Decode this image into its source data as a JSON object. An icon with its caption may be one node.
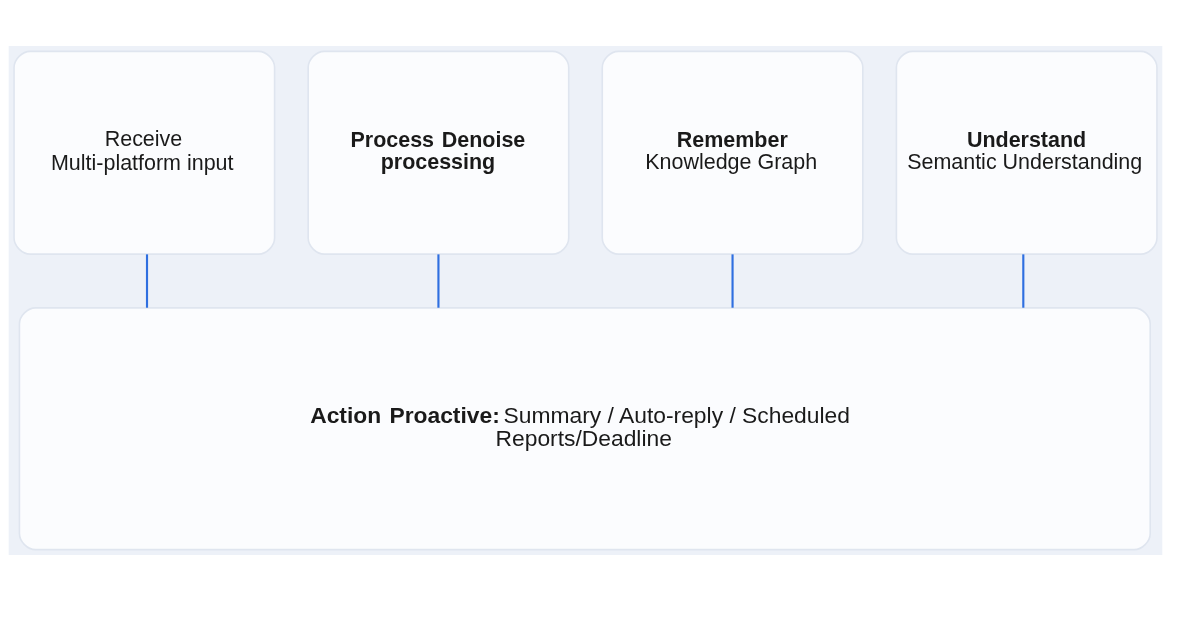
{
  "diagram": {
    "nodes": [
      {
        "text": [
          "Receive",
          "Multi-platform input"
        ]
      },
      {
        "text": [
          "Process Denoise processing"
        ]
      },
      {
        "text": [
          "Remember",
          "Knowledge Graph"
        ]
      },
      {
        "text": [
          "Understand",
          "Semantic Understanding"
        ]
      },
      {
        "text": [
          "**Action Proactive:** Summary / Auto-reply / Scheduled Reports/Deadline"
        ]
      }
    ],
    "edges": [
      {
        "from": 0,
        "to": 4,
        "arrow": "none"
      },
      {
        "from": 1,
        "to": 4,
        "arrow": "none"
      },
      {
        "from": 2,
        "to": 4,
        "arrow": "none"
      },
      {
        "from": 3,
        "to": 4,
        "arrow": "none"
      }
    ]
  }
}
